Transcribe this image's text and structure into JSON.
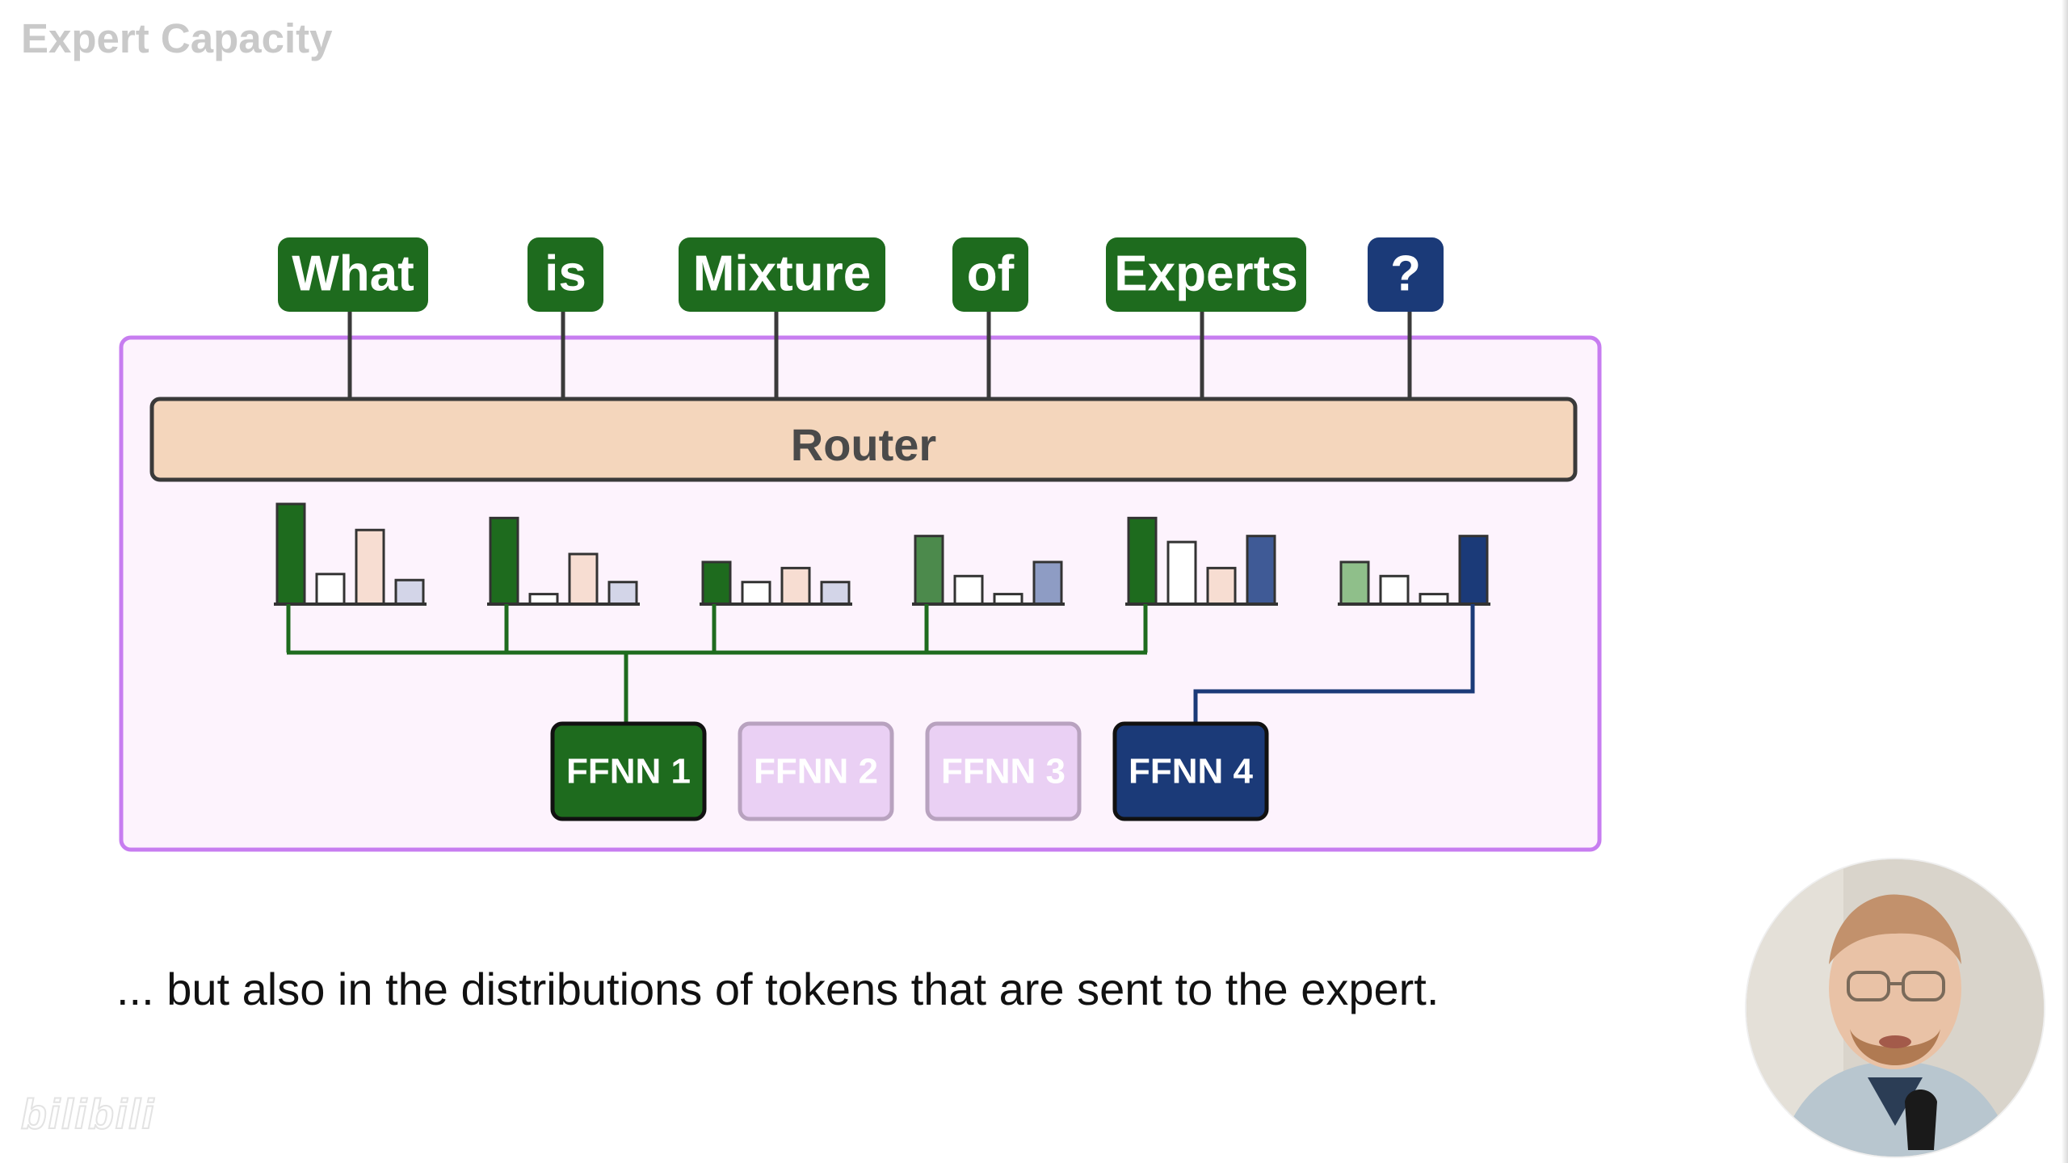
{
  "page": {
    "title": "Expert Capacity",
    "caption": "... but also in the distributions of tokens that are sent to the expert.",
    "watermark": "bilibili"
  },
  "diagram": {
    "tokens": [
      {
        "label": "What",
        "color": "#1e6b1e"
      },
      {
        "label": "is",
        "color": "#1e6b1e"
      },
      {
        "label": "Mixture",
        "color": "#1e6b1e"
      },
      {
        "label": "of",
        "color": "#1e6b1e"
      },
      {
        "label": "Experts",
        "color": "#1e6b1e"
      },
      {
        "label": "?",
        "color": "#1b3a78"
      }
    ],
    "router_label": "Router",
    "distributions": [
      {
        "token": "What",
        "values": [
          1.0,
          0.3,
          0.74,
          0.24
        ]
      },
      {
        "token": "is",
        "values": [
          0.86,
          0.1,
          0.5,
          0.22
        ]
      },
      {
        "token": "Mixture",
        "values": [
          0.42,
          0.22,
          0.36,
          0.22
        ]
      },
      {
        "token": "of",
        "values": [
          0.68,
          0.28,
          0.1,
          0.42
        ]
      },
      {
        "token": "Experts",
        "values": [
          0.86,
          0.62,
          0.36,
          0.68
        ]
      },
      {
        "token": "?",
        "values": [
          0.42,
          0.28,
          0.1,
          0.68
        ]
      }
    ],
    "routing": [
      {
        "token": "What",
        "expert": "FFNN 1"
      },
      {
        "token": "is",
        "expert": "FFNN 1"
      },
      {
        "token": "Mixture",
        "expert": "FFNN 1"
      },
      {
        "token": "of",
        "expert": "FFNN 1"
      },
      {
        "token": "Experts",
        "expert": "FFNN 1"
      },
      {
        "token": "?",
        "expert": "FFNN 4"
      }
    ],
    "experts": [
      {
        "label": "FFNN 1",
        "state": "active",
        "fill": "#1e6b1e"
      },
      {
        "label": "FFNN 2",
        "state": "inactive",
        "fill": "#ead0f4"
      },
      {
        "label": "FFNN 3",
        "state": "inactive",
        "fill": "#ead0f4"
      },
      {
        "label": "FFNN 4",
        "state": "active",
        "fill": "#1b3a78"
      }
    ],
    "colors": {
      "green": "#1e6b1e",
      "navy": "#1b3a78",
      "router_fill": "#f4d6bc",
      "panel_fill": "#fdf3fd",
      "panel_border": "#c77df0",
      "bar_light_green": "#8fbf8a",
      "bar_peach": "#f7ddd2",
      "bar_lavender": "#d3d5e8"
    }
  }
}
